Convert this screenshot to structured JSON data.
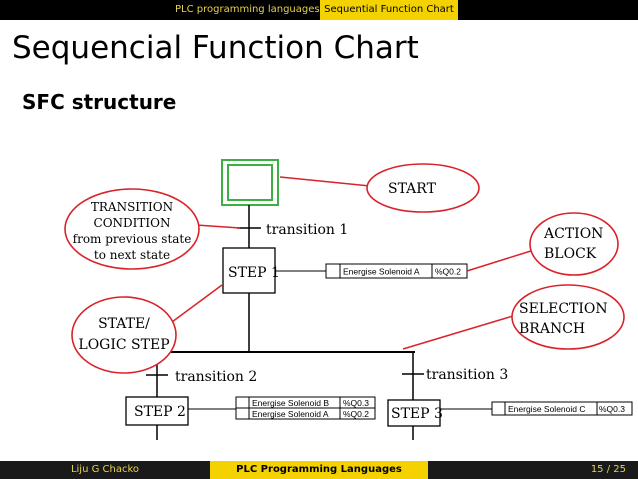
{
  "header": {
    "section_link": "PLC programming languages",
    "subsection_link": "Sequential Function Chart"
  },
  "slide": {
    "title": "Sequencial Function Chart",
    "subtitle": "SFC structure"
  },
  "diagram": {
    "callouts": {
      "start": "START",
      "transition_condition": [
        "TRANSITION",
        "CONDITION",
        "from previous state",
        "to next state"
      ],
      "state_logic_step": [
        "STATE/",
        "LOGIC STEP"
      ],
      "action_block": [
        "ACTION",
        "BLOCK"
      ],
      "selection_branch": [
        "SELECTION",
        "BRANCH"
      ]
    },
    "steps": {
      "step1": "STEP 1",
      "step2": "STEP 2",
      "step3": "STEP 3"
    },
    "transitions": {
      "t1": "transition 1",
      "t2": "transition 2",
      "t3": "transition 3"
    },
    "actions": {
      "step1": [
        {
          "text": "Energise Solenoid A",
          "addr": "%Q0.2"
        }
      ],
      "step2": [
        {
          "text": "Energise Solenoid B",
          "addr": "%Q0.3"
        },
        {
          "text": "Energise Solenoid A",
          "addr": "%Q0.2"
        }
      ],
      "step3": [
        {
          "text": "Energise Solenoid C",
          "addr": "%Q0.3"
        }
      ]
    },
    "colors": {
      "initial_step": "#3cb043",
      "callout": "#d9232a"
    }
  },
  "footer": {
    "author": "Liju G Chacko",
    "course": "PLC Programming Languages",
    "page": "15 / 25"
  }
}
